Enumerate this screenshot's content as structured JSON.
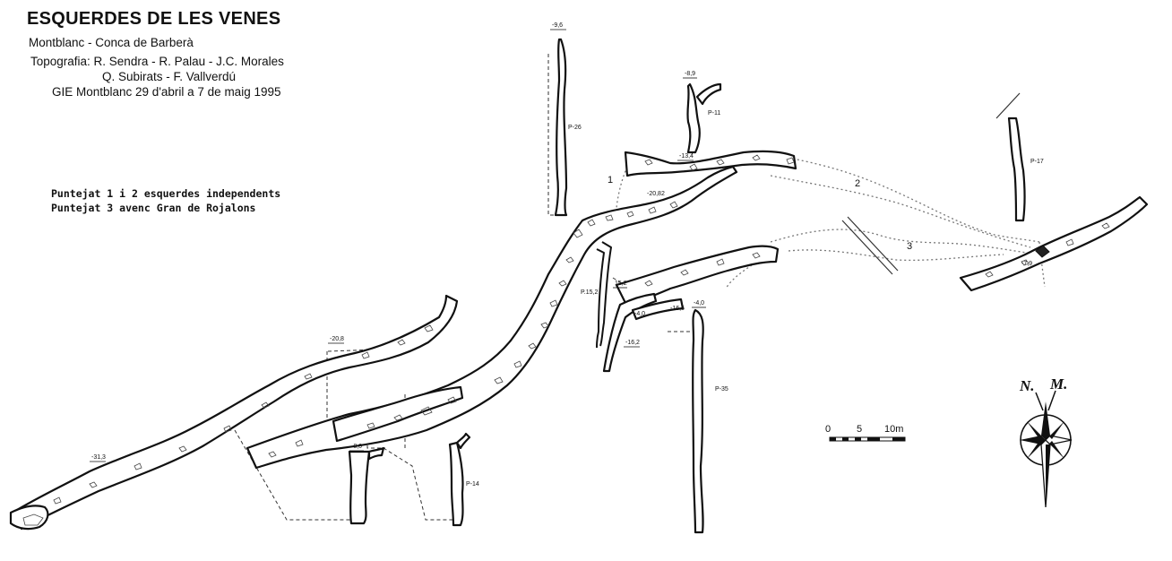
{
  "header": {
    "title": "ESQUERDES DE LES VENES",
    "location": "Montblanc - Conca de Barberà",
    "topography_line1": "Topografia: R. Sendra - R. Palau - J.C. Morales",
    "topography_line2": "Q. Subirats - F. Vallverdú",
    "club_dates": "GIE Montblanc  29 d'abril a 7 de maig 1995"
  },
  "legend": {
    "line1": "Puntejat 1 i 2 esquerdes independents",
    "line2": "Puntejat 3 avenc Gran de Rojalons"
  },
  "shafts": {
    "p26": "P-26",
    "p11": "P-11",
    "p17": "P-17",
    "p152": "P.15,2",
    "p35": "P-35",
    "p14": "P-14"
  },
  "depths": {
    "d_top_p26": "-9,6",
    "d_top_p11": "-8,9",
    "d_134": "-13,4",
    "d_2082": "-20,82",
    "d_208": "-20,8",
    "d_313": "-31,3",
    "d_152": "15,2",
    "d_162": "-16,2",
    "d_40": "-4,0",
    "d_165": "-16,5",
    "d_p14": "-8,0",
    "d_p35": "-4,0",
    "d_east": "-7,9"
  },
  "crack_labels": {
    "c1": "1",
    "c2": "2",
    "c3": "3"
  },
  "scale": {
    "l0": "0",
    "l5": "5",
    "l10": "10m"
  },
  "north": {
    "label_n": "N.",
    "label_m": "M."
  }
}
